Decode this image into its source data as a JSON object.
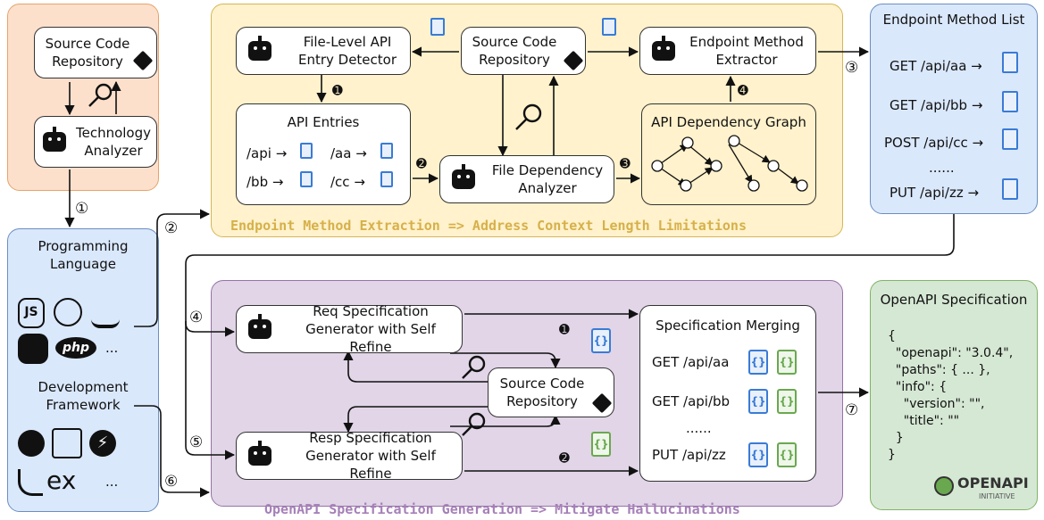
{
  "tech_panel": {
    "repo_label": "Source Code Repository",
    "analyzer_label": "Technology Analyzer"
  },
  "lang_panel": {
    "programming_language": "Programming Language",
    "development_framework": "Development Framework",
    "lang_more": "...",
    "framework_more": "...",
    "php_logo": "php",
    "js_logo": "JS",
    "ex_logo": "ex"
  },
  "extraction": {
    "title": "Endpoint Method Extraction => Address Context Length Limitations",
    "entry_detector": "File-Level API Entry Detector",
    "source_repo": "Source Code Repository",
    "method_extractor": "Endpoint Method Extractor",
    "api_entries_title": "API Entries",
    "api_entries": [
      "/api →",
      "/aa →",
      "/bb →",
      "/cc →"
    ],
    "dependency_analyzer": "File Dependency Analyzer",
    "dependency_graph_title": "API Dependency Graph",
    "step_markers": [
      "➊",
      "➋",
      "➌",
      "➍"
    ]
  },
  "endpoint_list": {
    "title": "Endpoint Method List",
    "items": [
      "GET /api/aa →",
      "GET /api/bb →",
      "POST /api/cc →",
      "......",
      "PUT /api/zz →"
    ]
  },
  "generation": {
    "title": "OpenAPI Specification Generation => Mitigate Hallucinations",
    "req_generator": "Req Specification Generator with Self Refine",
    "resp_generator": "Resp Specification Generator with Self Refine",
    "source_repo": "Source Code Repository",
    "merging_title": "Specification Merging",
    "merging_items": [
      "GET /api/aa",
      "GET /api/bb",
      "......",
      "PUT /api/zz"
    ],
    "step_markers": [
      "➊",
      "➋"
    ]
  },
  "openapi": {
    "title": "OpenAPI Specification",
    "code": "{\n  \"openapi\": \"3.0.4\",\n  \"paths\": { ... },\n  \"info\": {\n    \"version\": \"\",\n    \"title\": \"\"\n  }\n}",
    "logo_text": "OPENAPI",
    "logo_subtext": "INITIATIVE"
  },
  "flow_numbers": [
    "①",
    "②",
    "③",
    "④",
    "⑤",
    "⑥",
    "⑦"
  ],
  "colors": {
    "tech_panel": "#fce0cc",
    "tech_border": "#e6a46a",
    "blue_panel": "#dae8fc",
    "blue_border": "#6c8ebf",
    "yellow_panel": "#fff2cc",
    "yellow_border": "#d6b656",
    "purple_panel": "#e1d5e7",
    "purple_border": "#9673a6",
    "green_panel": "#d5e8d4",
    "green_border": "#82b366",
    "band_text_yellow": "#d6b04a",
    "band_text_purple": "#a680b8",
    "doc_blue": "#3a7bd5",
    "doc_green": "#6aa84f"
  }
}
